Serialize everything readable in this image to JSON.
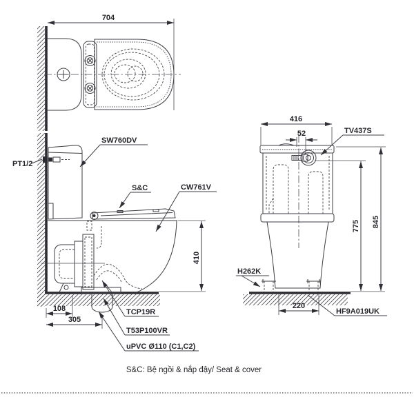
{
  "caption": "S&C: Bệ ngồi & nắp đậy/ Seat & cover",
  "colors": {
    "line": "#3d3d44",
    "text": "#26262c",
    "background": "#ffffff"
  },
  "top_view": {
    "overall_depth_dim": "704"
  },
  "side_view": {
    "cistern_label": "SW760DV",
    "inlet_label": "PT1/2",
    "seat_label": "S&C",
    "bowl_label": "CW761V",
    "rim_height_dim": "410",
    "offset_dim": "108",
    "rough_in_dim": "305",
    "flange_label": "TCP19R",
    "drain_label": "T53P100VR",
    "pipe_label": "uPVC Ø110 (C1,C2)"
  },
  "front_view": {
    "overall_width_dim": "416",
    "button_offset_dim": "52",
    "flush_valve_label": "TV437S",
    "bolt_cap_label": "H262K",
    "bolt_spacing_dim": "220",
    "fixing_kit_label": "HF9A019UK",
    "valve_height_dim": "775",
    "overall_height_dim": "845"
  }
}
